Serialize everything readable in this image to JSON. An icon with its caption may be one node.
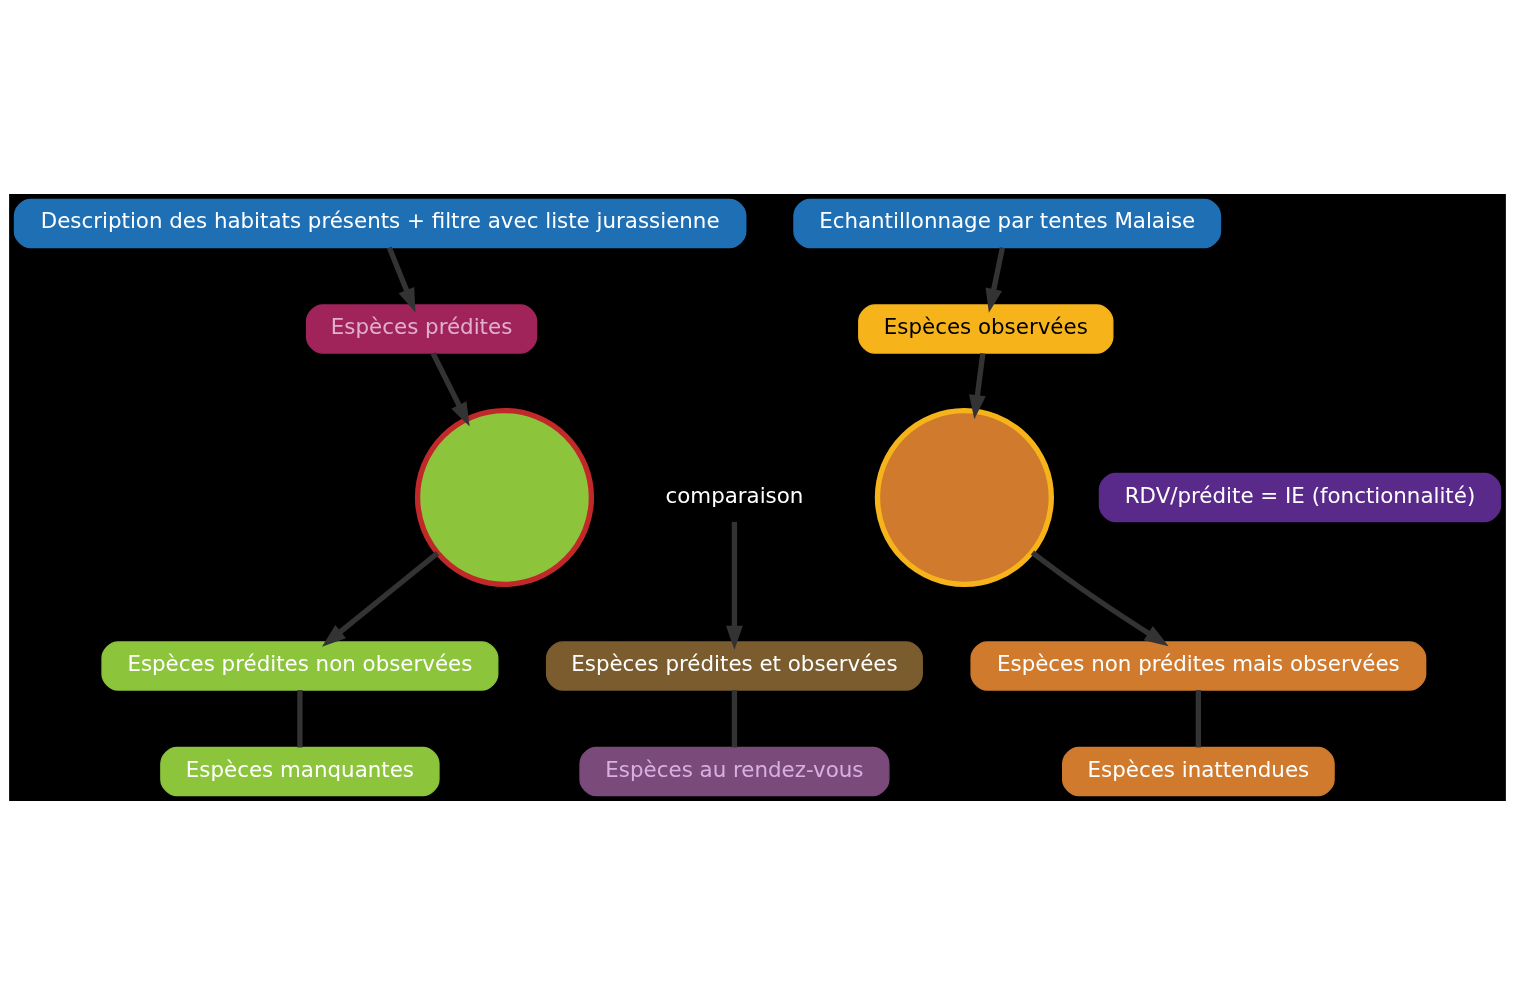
{
  "diagram": {
    "nodes": [
      {
        "text": [
          "Description des habitats présents + filtre avec liste jurassienne"
        ]
      },
      {
        "text": [
          "Echantillonnage par tentes Malaise"
        ]
      },
      {
        "text": [
          "Espèces prédites"
        ]
      },
      {
        "text": [
          "Espèces observées"
        ]
      },
      {
        "text": [],
        "shape": "circle"
      },
      {
        "text": [
          "comparaison"
        ]
      },
      {
        "text": [],
        "shape": "circle"
      },
      {
        "text": [
          "Espèces prédites non observées"
        ]
      },
      {
        "text": [
          "Espèces prédites et observées"
        ]
      },
      {
        "text": [
          "Espèces non prédites mais observées"
        ]
      },
      {
        "text": [
          "Espèces manquantes"
        ]
      },
      {
        "text": [
          "Espèces au rendez-vous"
        ]
      },
      {
        "text": [
          "Espèces inattendues"
        ]
      },
      {
        "text": [
          "RDV/prédite = IE (fonctionnalité)"
        ]
      }
    ],
    "edges": [
      {
        "from": 0,
        "to": 2,
        "arrow": "to"
      },
      {
        "from": 1,
        "to": 3,
        "arrow": "to"
      },
      {
        "from": 2,
        "to": 4,
        "arrow": "to"
      },
      {
        "from": 3,
        "to": 6,
        "arrow": "to"
      },
      {
        "from": 4,
        "to": 7,
        "arrow": "to"
      },
      {
        "from": 5,
        "to": 8,
        "arrow": "to"
      },
      {
        "from": 6,
        "to": 9,
        "arrow": "to"
      },
      {
        "from": 7,
        "to": 10,
        "arrow": "none"
      },
      {
        "from": 8,
        "to": 11,
        "arrow": "none"
      },
      {
        "from": 9,
        "to": 12,
        "arrow": "none"
      }
    ]
  }
}
